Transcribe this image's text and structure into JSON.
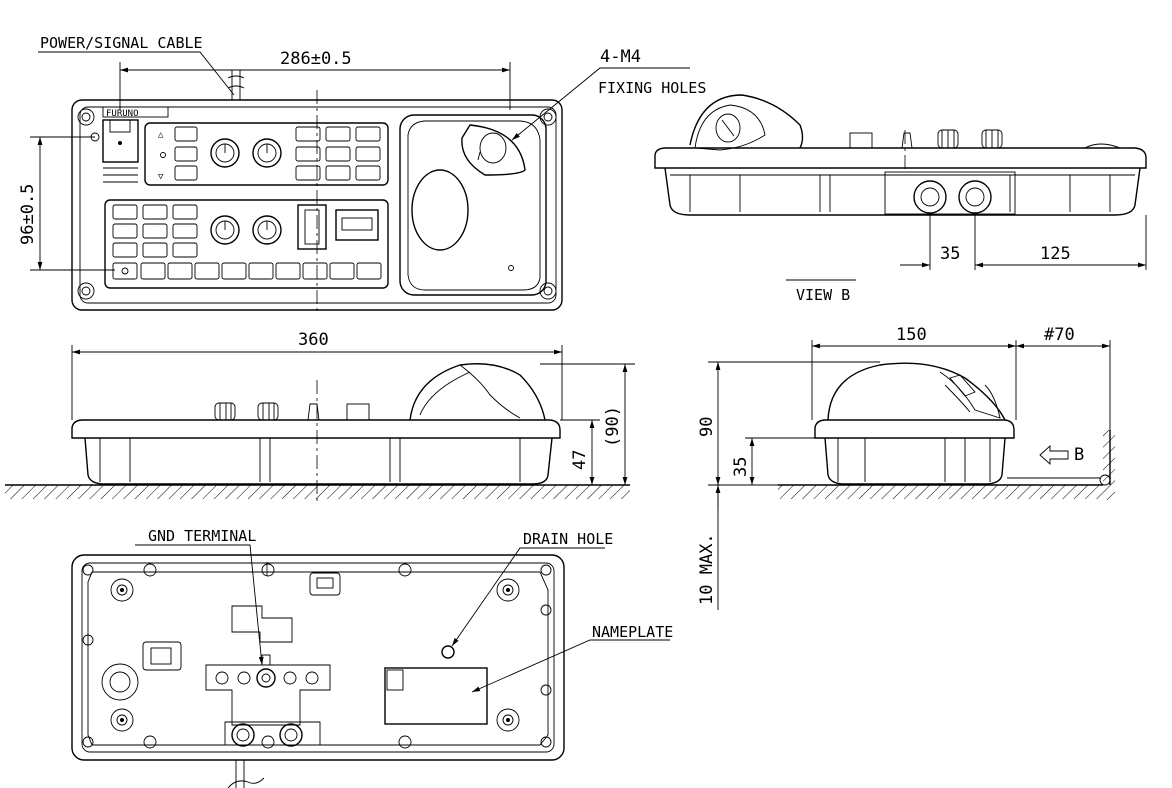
{
  "top_view": {
    "labels": {
      "cable": "POWER/SIGNAL CABLE",
      "holes_count": "4-M4",
      "holes": "FIXING HOLES",
      "brand": "FURUNO"
    },
    "dims": {
      "hole_pitch_w": "286±0.5",
      "hole_pitch_h": "96±0.5"
    }
  },
  "view_b": {
    "title": "VIEW B",
    "dims": {
      "cable_gap": "35",
      "cable_offset": "125"
    }
  },
  "front_view": {
    "dims": {
      "width": "360",
      "height_base": "47",
      "height_total": "(90)"
    }
  },
  "side_view": {
    "dims": {
      "depth": "150",
      "clearance": "#70",
      "height": "90",
      "height_base": "35",
      "gap": "10 MAX."
    },
    "arrow_label": "B"
  },
  "bottom_view": {
    "labels": {
      "gnd": "GND TERMINAL",
      "drain": "DRAIN HOLE",
      "nameplate": "NAMEPLATE"
    }
  }
}
